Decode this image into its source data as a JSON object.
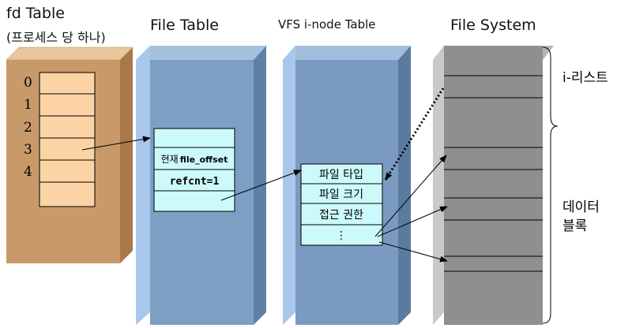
{
  "columns": {
    "fd_table": {
      "title": "fd Table",
      "subtitle": "(프로세스 당 하나)",
      "indices": [
        "0",
        "1",
        "2",
        "3",
        "4"
      ]
    },
    "file_table": {
      "title": "File Table",
      "offset_prefix": "현재",
      "offset_field": "file_offset",
      "refcnt": "refcnt=1"
    },
    "vfs_inode_table": {
      "title": "VFS i-node Table",
      "rows": [
        "파일 타입",
        "파일 크기",
        "접근 권한",
        "⋮"
      ]
    },
    "file_system": {
      "title": "File System",
      "ilist_label": "i-리스트",
      "data_block_label_line1": "데이터",
      "data_block_label_line2": "블록"
    }
  },
  "colors": {
    "fd_column": "#c89a6a",
    "fd_cell": "#fbd3a4",
    "file_column": "#7e9fc4",
    "inode_column": "#7a9ac1",
    "cell_cyan": "#ccfafa",
    "fs_column": "#8f8f8f"
  }
}
